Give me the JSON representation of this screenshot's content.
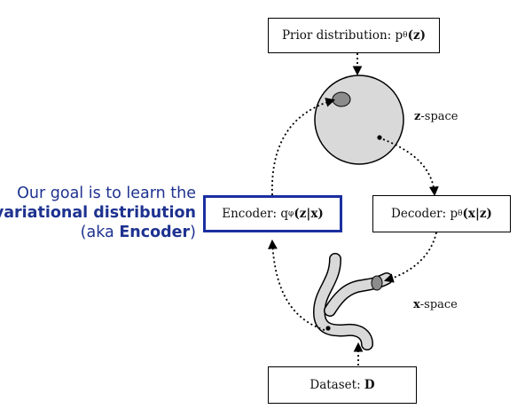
{
  "boxes": {
    "prior": {
      "label": "Prior distribution: p",
      "sub": "θ",
      "arg": "(z)"
    },
    "encoder": {
      "label": "Encoder: q",
      "sub": "φ",
      "arg": "(z|x)"
    },
    "decoder": {
      "label": "Decoder: p",
      "sub": "θ",
      "arg": "(x|z)"
    },
    "dataset": {
      "label": "Dataset: ",
      "sym": "D"
    }
  },
  "spaces": {
    "z": {
      "sym": "z",
      "text": "-space"
    },
    "x": {
      "sym": "x",
      "text": "-space"
    }
  },
  "goal": {
    "line1": "Our goal is to learn the",
    "line2": "variational distribution",
    "line3_pre": "(aka ",
    "line3_bold": "Encoder",
    "line3_post": ")"
  },
  "colors": {
    "highlight": "#1c2fa0",
    "goal_text": "#1e3290",
    "sphere_fill": "#d9d9d9",
    "blob_fill": "#8c8c8c"
  }
}
